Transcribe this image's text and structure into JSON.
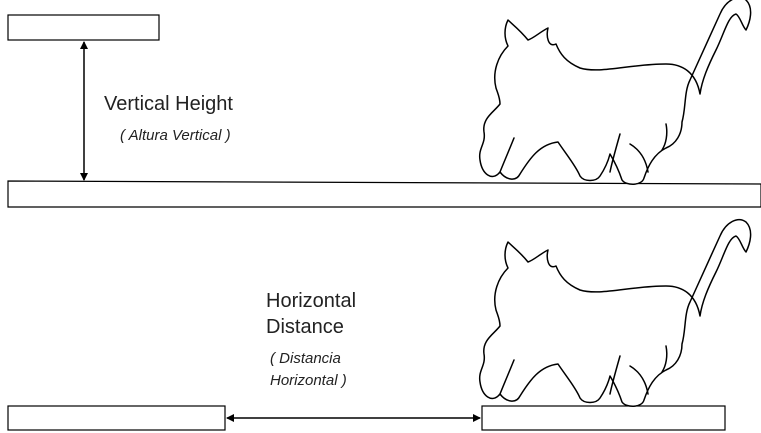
{
  "vertical": {
    "label": "Vertical Height",
    "sublabel": "( Altura Vertical )"
  },
  "horizontal": {
    "label_line1": "Horizontal",
    "label_line2": "Distance",
    "sublabel_line1": "( Distancia",
    "sublabel_line2": "Horizontal )"
  },
  "colors": {
    "line": "#000000",
    "text": "#222222",
    "fill": "#ffffff"
  }
}
